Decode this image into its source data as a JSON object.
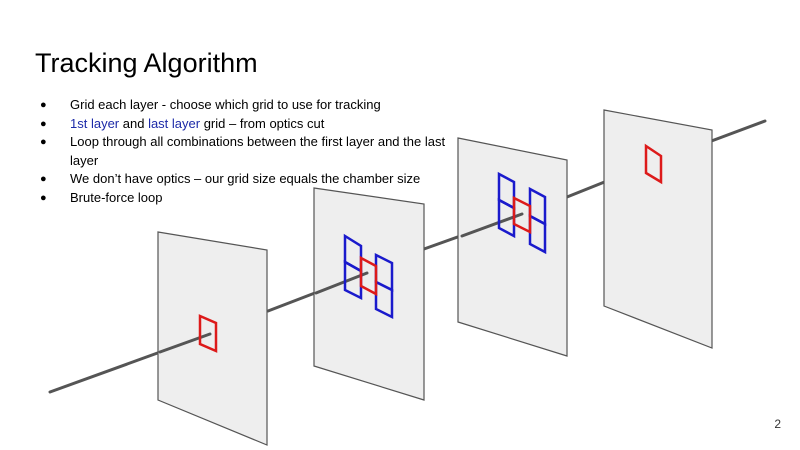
{
  "slide": {
    "title": "Tracking Algorithm",
    "page_number": "2",
    "bullets": {
      "b1": "Grid each layer - choose which grid to use for tracking",
      "b2_first": "1st layer",
      "b2_and": " and ",
      "b2_last": "last layer",
      "b2_rest": " grid – from optics cut",
      "b3": "Loop through all combinations between the first layer and the last layer",
      "b4": "We don’t have optics – our grid size equals the chamber size",
      "b5": "Brute-force loop"
    },
    "bullet_glyph": "●"
  },
  "colors": {
    "track": "#555555",
    "plane_fill": "#eeeeee",
    "plane_stroke": "#555555",
    "grid_blue": "#1a1acc",
    "grid_red": "#dd1a1a",
    "link_blue": "#1c2aa8"
  }
}
